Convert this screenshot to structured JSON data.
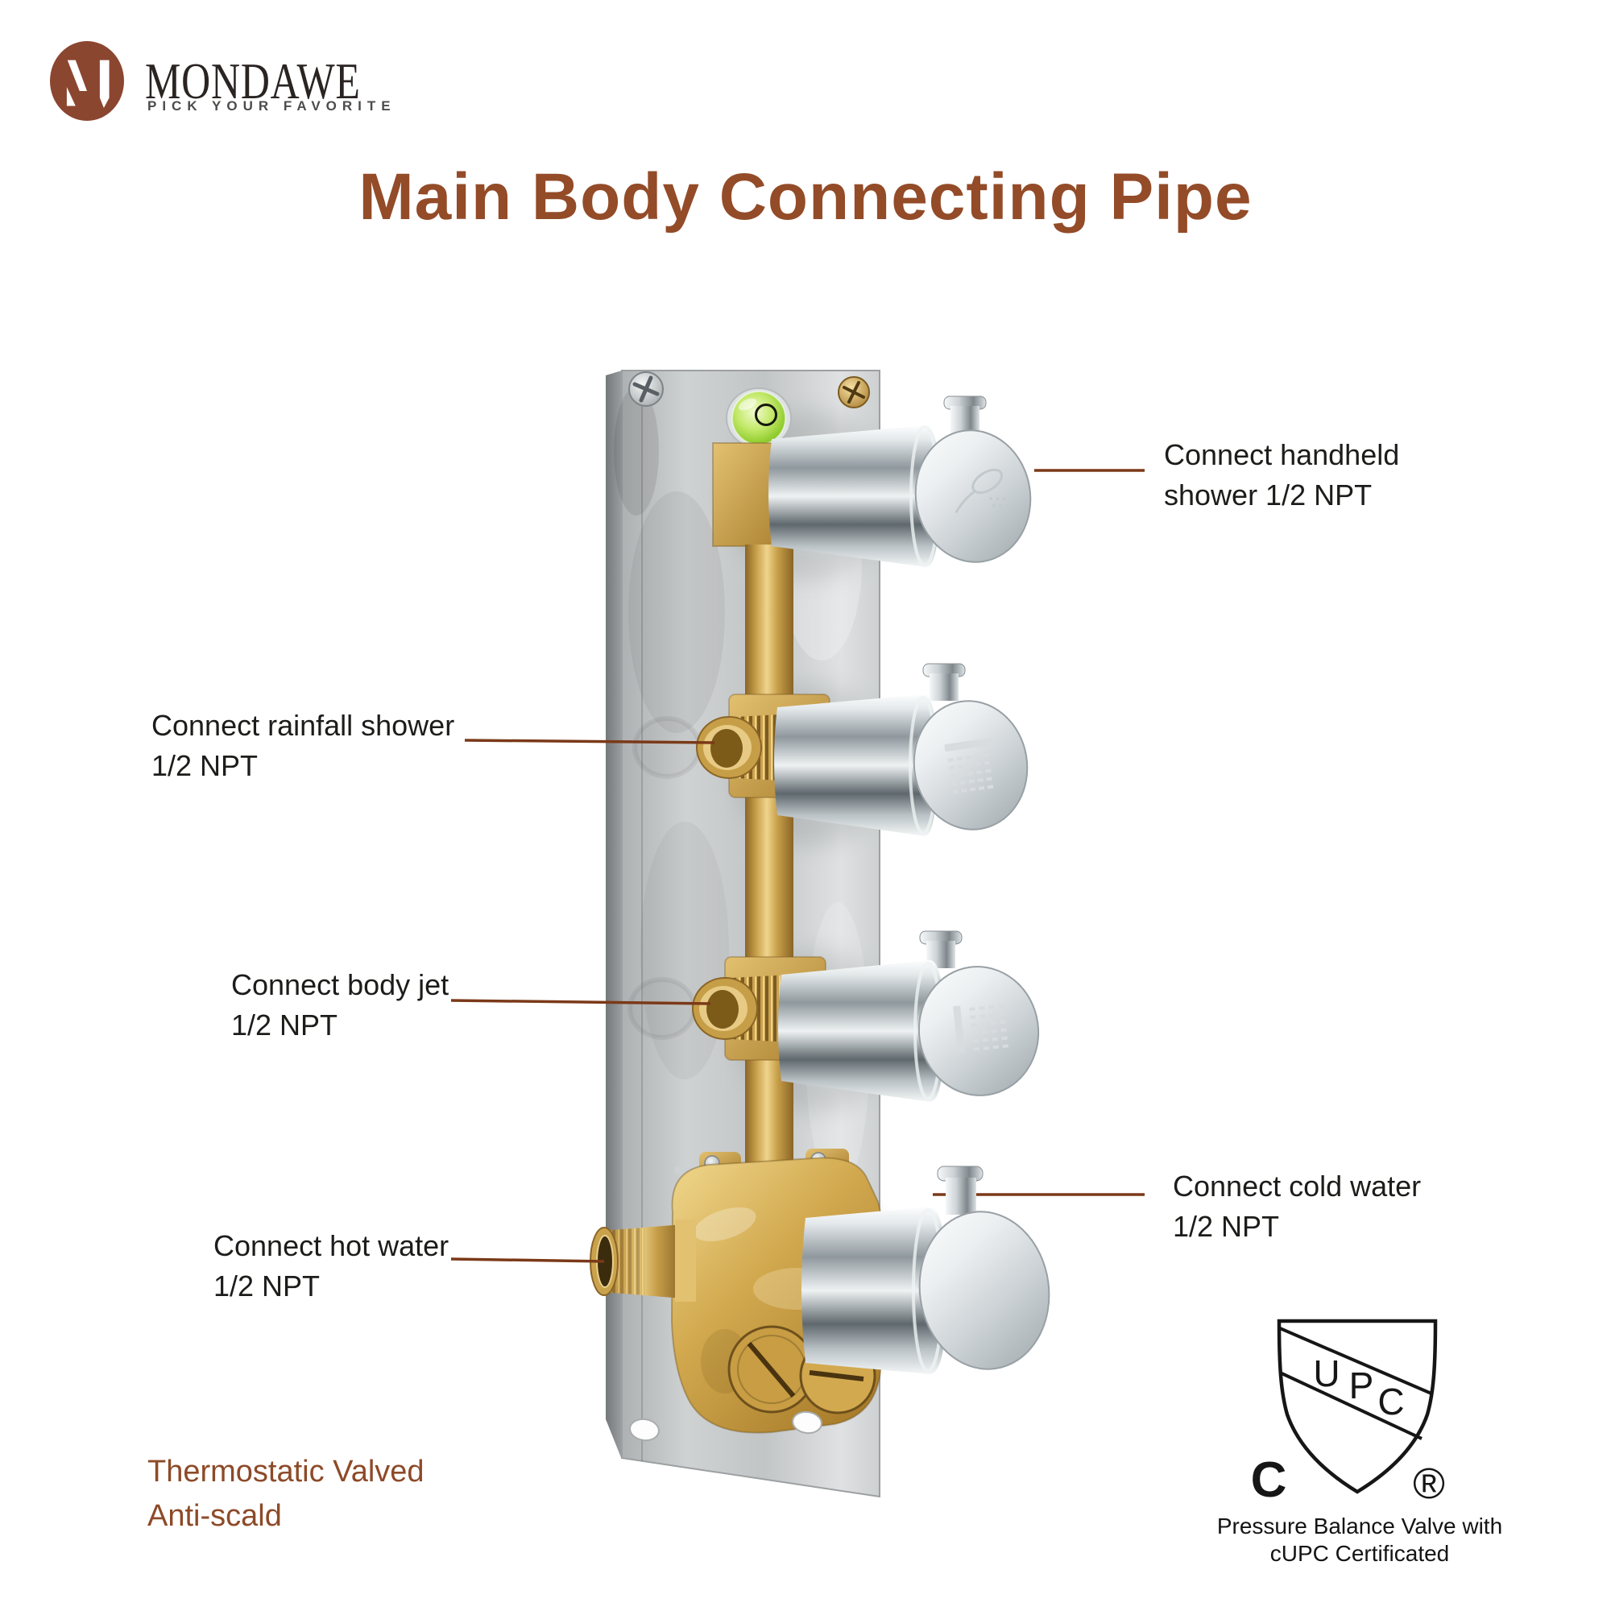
{
  "brand": {
    "name": "MONDAWE",
    "tagline": "PICK YOUR FAVORITE"
  },
  "title": "Main Body Connecting Pipe",
  "callouts": {
    "handheld": {
      "line1": "Connect handheld",
      "line2": "shower 1/2 NPT"
    },
    "rainfall": {
      "line1": "Connect rainfall shower",
      "line2": "1/2 NPT"
    },
    "body_jet": {
      "line1": "Connect body jet",
      "line2": "1/2 NPT"
    },
    "hot_water": {
      "line1": "Connect hot water",
      "line2": "1/2 NPT"
    },
    "cold_water": {
      "line1": "Connect cold water",
      "line2": "1/2 NPT"
    }
  },
  "note": {
    "line1": "Thermostatic Valved",
    "line2": "Anti-scald"
  },
  "certification": {
    "shield_letter_u": "U",
    "shield_letter_p": "P",
    "shield_letter_c": "C",
    "left_mark": "C",
    "registered_mark": "®",
    "caption_line1": "Pressure Balance Valve with",
    "caption_line2": "cUPC Certificated"
  },
  "colors": {
    "accent_brown": "#934b28",
    "leader_line": "#7b3918",
    "label_text": "#1c1c1a",
    "note_brown": "#8d4a28",
    "logo_circle": "#8b4630",
    "level_green": "#8fcb2c"
  },
  "icons": {
    "logo": "mondawe-monogram-icon",
    "knob1": "handheld-shower-icon",
    "knob2": "rainfall-shower-icon",
    "knob3": "body-jet-icon",
    "certification": "cupc-shield-icon"
  }
}
